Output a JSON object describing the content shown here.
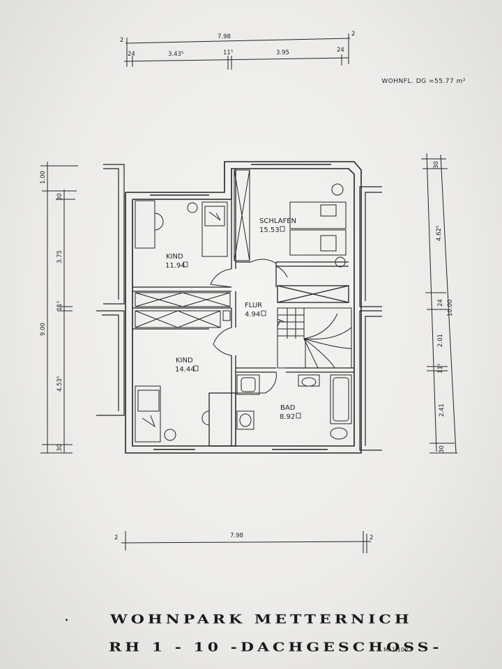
{
  "area_note": "WOHNFL. DG =55.77 m²",
  "rooms": {
    "kind1": {
      "name": "KIND",
      "area": "11.94"
    },
    "kind2": {
      "name": "KIND",
      "area": "14.44"
    },
    "schlafen": {
      "name": "SCHLAFEN",
      "area": "15.53"
    },
    "flur": {
      "name": "FLUR",
      "area": "4.94"
    },
    "bad": {
      "name": "BAD",
      "area": "8.92"
    }
  },
  "top_dims": {
    "total": "7.98",
    "ends": "2",
    "segments": [
      "24",
      "3.43⁵",
      "11⁵",
      "3.95",
      "24"
    ]
  },
  "bottom_dims": {
    "total": "7.98",
    "ends": "2"
  },
  "left_dims": {
    "total": "9.00",
    "segments": [
      "1.00",
      "30",
      "3.75",
      "11⁵",
      "4.53⁵",
      "30"
    ]
  },
  "right_dims": {
    "total": "10.00",
    "segments": [
      "30",
      "4.62⁵",
      "24",
      "2.01",
      "11⁵",
      "2.41",
      "30"
    ]
  },
  "title_line1": "WOHNPARK METTERNICH",
  "title_line2": "RH 1 - 10 -DACHGESCHOSS-",
  "scale": "M. 1:100"
}
